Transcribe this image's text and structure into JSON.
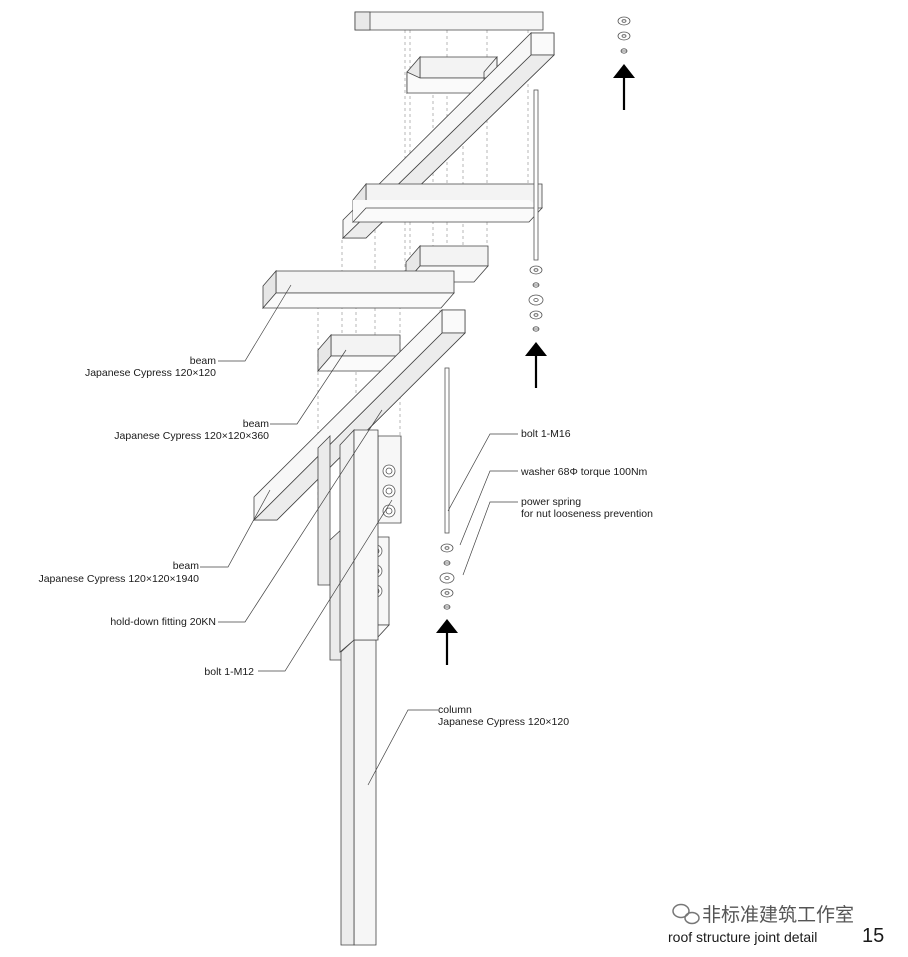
{
  "labels": {
    "beam1": {
      "name": "beam",
      "spec": "Japanese Cypress  120×120"
    },
    "beam2": {
      "name": "beam",
      "spec": "Japanese Cypress  120×120×360"
    },
    "beam3": {
      "name": "beam",
      "spec": "Japanese Cypress  120×120×1940"
    },
    "holddown": "hold-down fitting  20KN",
    "bolt_m12": "bolt  1-M12",
    "column": {
      "name": "column",
      "spec": "Japanese Cypress  120×120"
    },
    "bolt_m16": "bolt  1-M16",
    "washer": "washer  68Φ  torque  100Nm",
    "spring": {
      "line1": "power spring",
      "line2": "for nut looseness prevention"
    }
  },
  "footer": {
    "caption": "roof structure joint detail",
    "page_number": "15",
    "watermark": "非标准建筑工作室"
  }
}
